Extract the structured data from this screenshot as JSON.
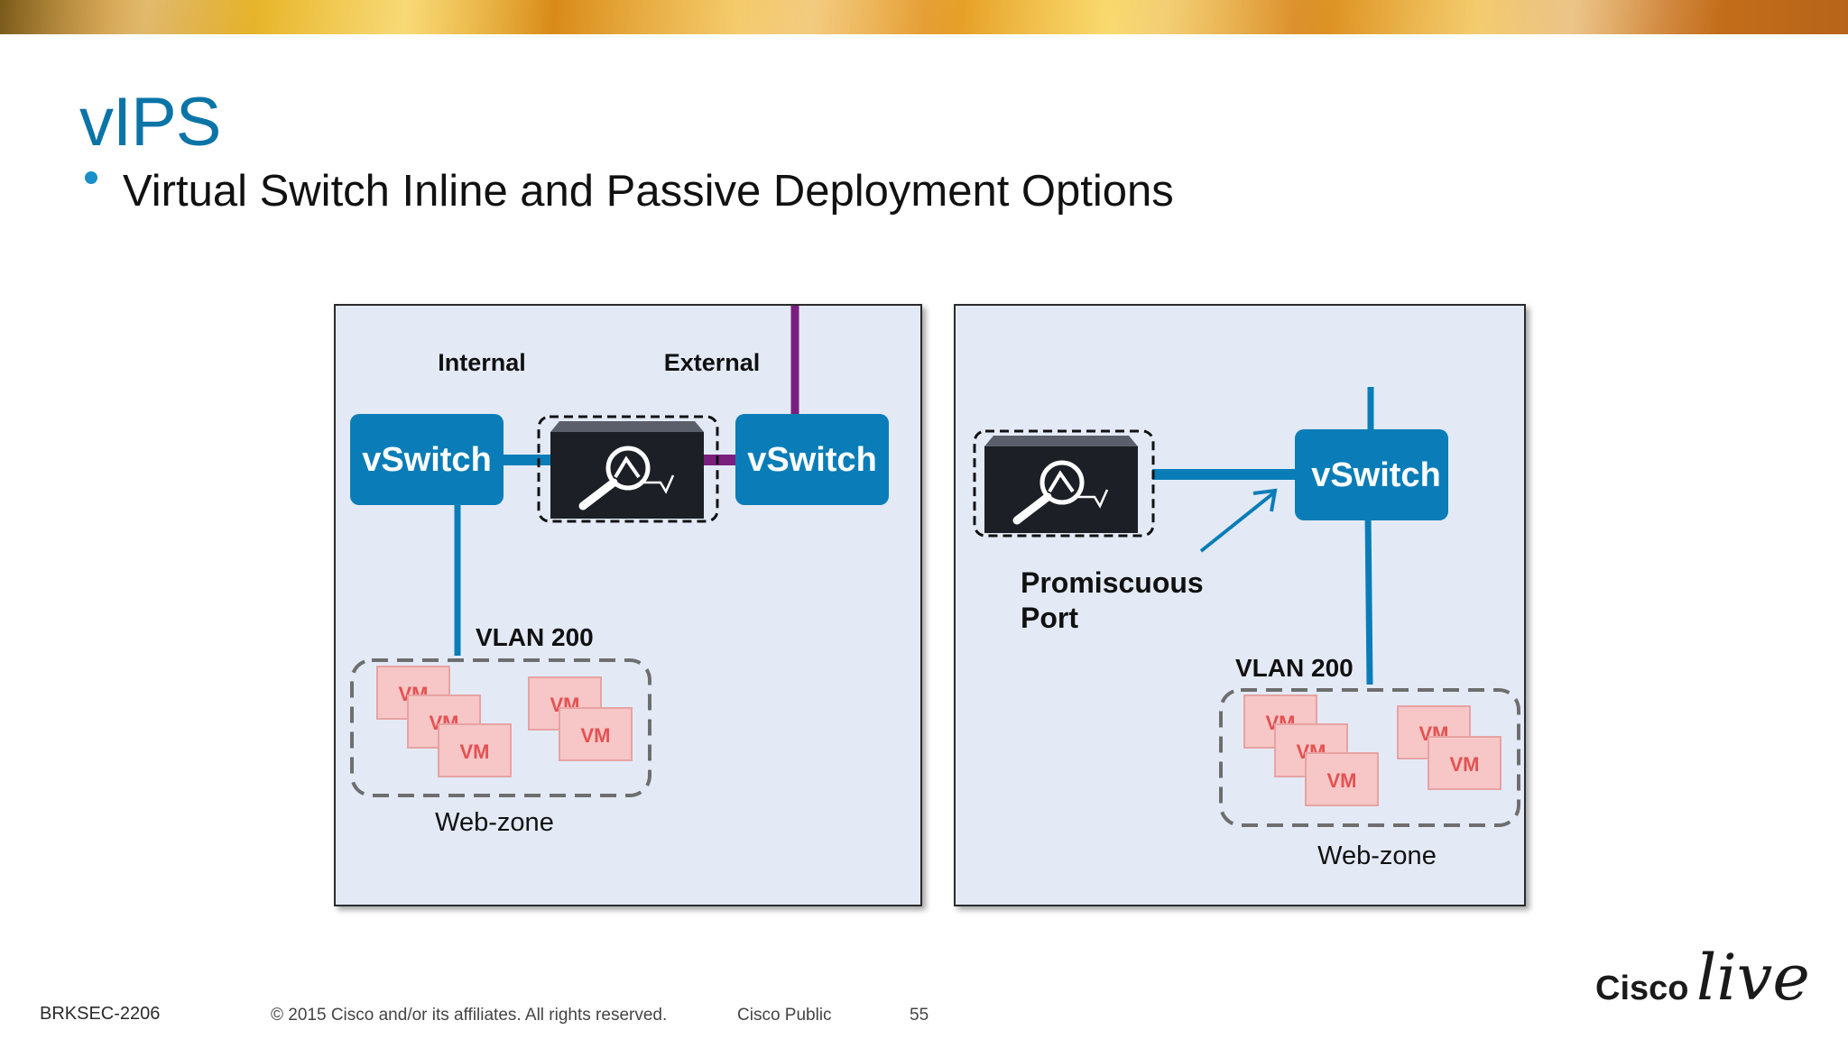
{
  "slide": {
    "title": "vIPS",
    "bullet": "Virtual Switch Inline and Passive Deployment Options"
  },
  "left_panel": {
    "label_internal": "Internal",
    "label_external": "External",
    "vswitch_left": "vSwitch",
    "vswitch_right": "vSwitch",
    "vlan": "VLAN 200",
    "vm_labels": [
      "VM",
      "VM",
      "VM",
      "VM",
      "VM"
    ],
    "zone": "Web-zone"
  },
  "right_panel": {
    "vswitch": "vSwitch",
    "port_line1": "Promiscuous",
    "port_line2": "Port",
    "vlan": "VLAN 200",
    "vm_labels": [
      "VM",
      "VM",
      "VM",
      "VM",
      "VM"
    ],
    "zone": "Web-zone"
  },
  "footer": {
    "session": "BRKSEC-2206",
    "copyright": "© 2015 Cisco and/or its affiliates. All rights reserved.",
    "classification": "Cisco Public",
    "page": "55"
  },
  "logo": {
    "brand": "Cisco",
    "event": "live!"
  },
  "colors": {
    "title_blue": "#0b74a7",
    "switch_blue": "#0a7db8",
    "link_purple": "#7b1f7f",
    "panel_bg": "#e3eaf6",
    "vm_fill": "#f7c6c6"
  }
}
